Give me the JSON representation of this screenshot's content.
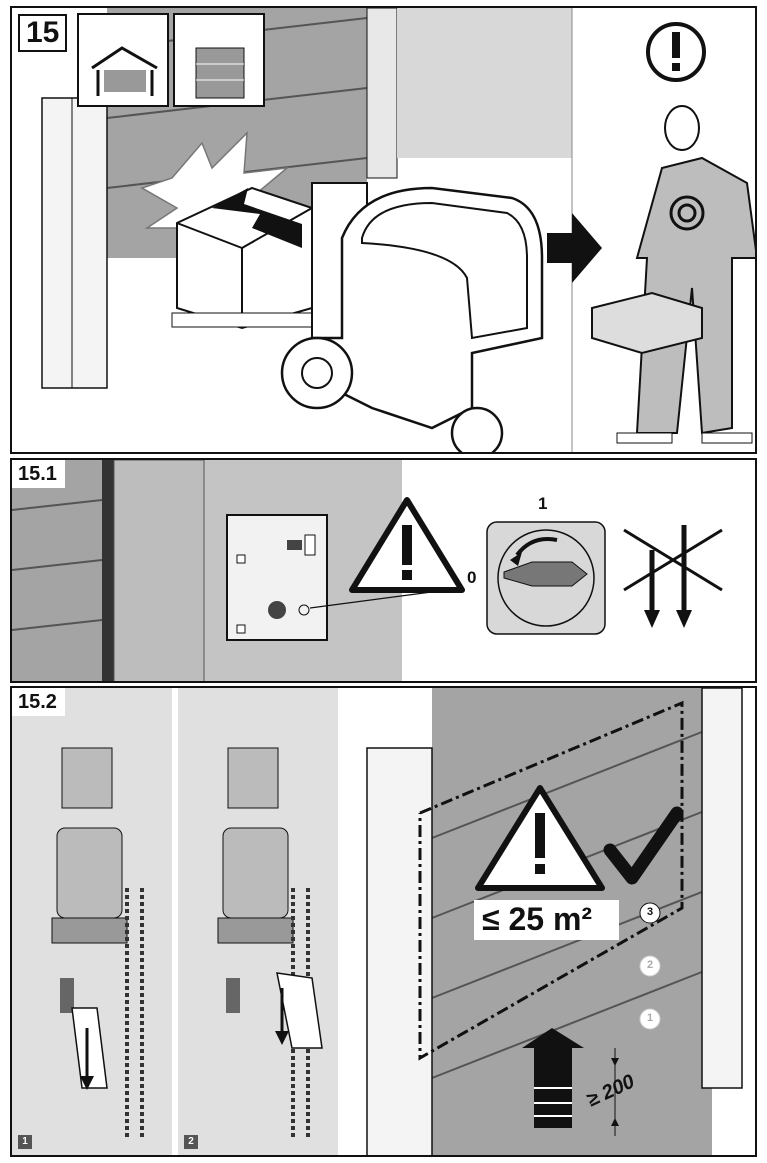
{
  "steps": {
    "main": "15",
    "sub1": "15.1",
    "sub2": "15.2"
  },
  "switch": {
    "pos_on": "1",
    "pos_off": "0"
  },
  "door_limit": {
    "area": "≤ 25 m²",
    "clearance": "≥ 200"
  },
  "segments": [
    "3",
    "2",
    "1"
  ],
  "sub_frames": [
    "1",
    "2"
  ],
  "colors": {
    "door_grey": "#a4a4a4",
    "light_grey": "#d8d8d8",
    "line": "#111111"
  }
}
